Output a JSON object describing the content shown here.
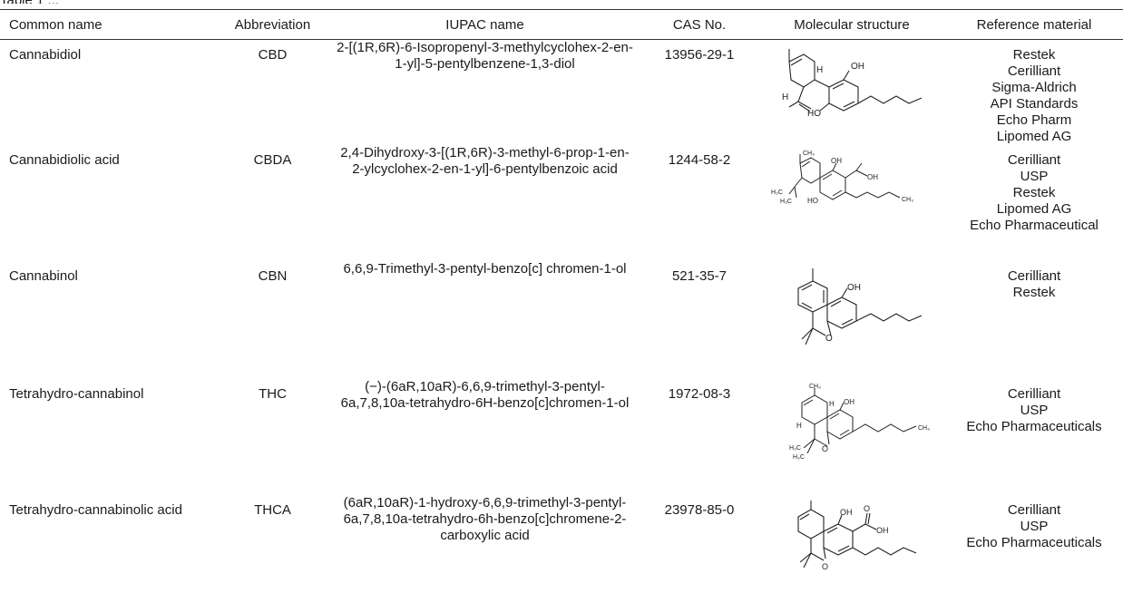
{
  "table": {
    "headers": {
      "common_name": "Common name",
      "abbreviation": "Abbreviation",
      "iupac": "IUPAC name",
      "cas": "CAS No.",
      "structure": "Molecular structure",
      "reference": "Reference material"
    },
    "rows": [
      {
        "common_name": "Cannabidiol",
        "abbreviation": "CBD",
        "iupac": "2-[(1R,6R)-6-Isopropenyl-3-methylcyclohex-2-en-1-yl]-5-pentylbenzene-1,3-diol",
        "cas": "13956-29-1",
        "references": [
          "Restek",
          "Cerilliant",
          "Sigma-Aldrich",
          "API Standards",
          "Echo Pharm",
          "Lipomed AG"
        ]
      },
      {
        "common_name": "Cannabidiolic acid",
        "abbreviation": "CBDA",
        "iupac": "2,4-Dihydroxy-3-[(1R,6R)-3-methyl-6-prop-1-en-2-ylcyclohex-2-en-1-yl]-6-pentylbenzoic acid",
        "cas": "1244-58-2",
        "references": [
          "Cerilliant",
          "USP",
          "Restek",
          "Lipomed AG",
          "Echo Pharmaceutical"
        ]
      },
      {
        "common_name": "Cannabinol",
        "abbreviation": "CBN",
        "iupac": "6,6,9-Trimethyl-3-pentyl-benzo[c] chromen-1-ol",
        "cas": "521-35-7",
        "references": [
          "Cerilliant",
          "Restek"
        ]
      },
      {
        "common_name": "Tetrahydro-cannabinol",
        "abbreviation": "THC",
        "iupac": "(−)-(6aR,10aR)-6,6,9-trimethyl-3-pentyl-6a,7,8,10a-tetrahydro-6H-benzo[c]chromen-1-ol",
        "cas": "1972-08-3",
        "references": [
          "Cerilliant",
          "USP",
          "Echo Pharmaceuticals"
        ]
      },
      {
        "common_name": "Tetrahydro-cannabinolic acid",
        "abbreviation": "THCA",
        "iupac": "(6aR,10aR)-1-hydroxy-6,6,9-trimethyl-3-pentyl-6a,7,8,10a-tetrahydro-6h-benzo[c]chromene-2-carboxylic acid",
        "cas": "23978-85-0",
        "references": [
          "Cerilliant",
          "USP",
          "Echo Pharmaceuticals"
        ]
      }
    ]
  },
  "structure_labels": {
    "oh": "OH",
    "ho": "HO",
    "h": "H",
    "o": "O",
    "ch3": "CH₃",
    "h3c": "H₃C"
  },
  "icons": {
    "structure": "molecular-structure-diagram"
  }
}
